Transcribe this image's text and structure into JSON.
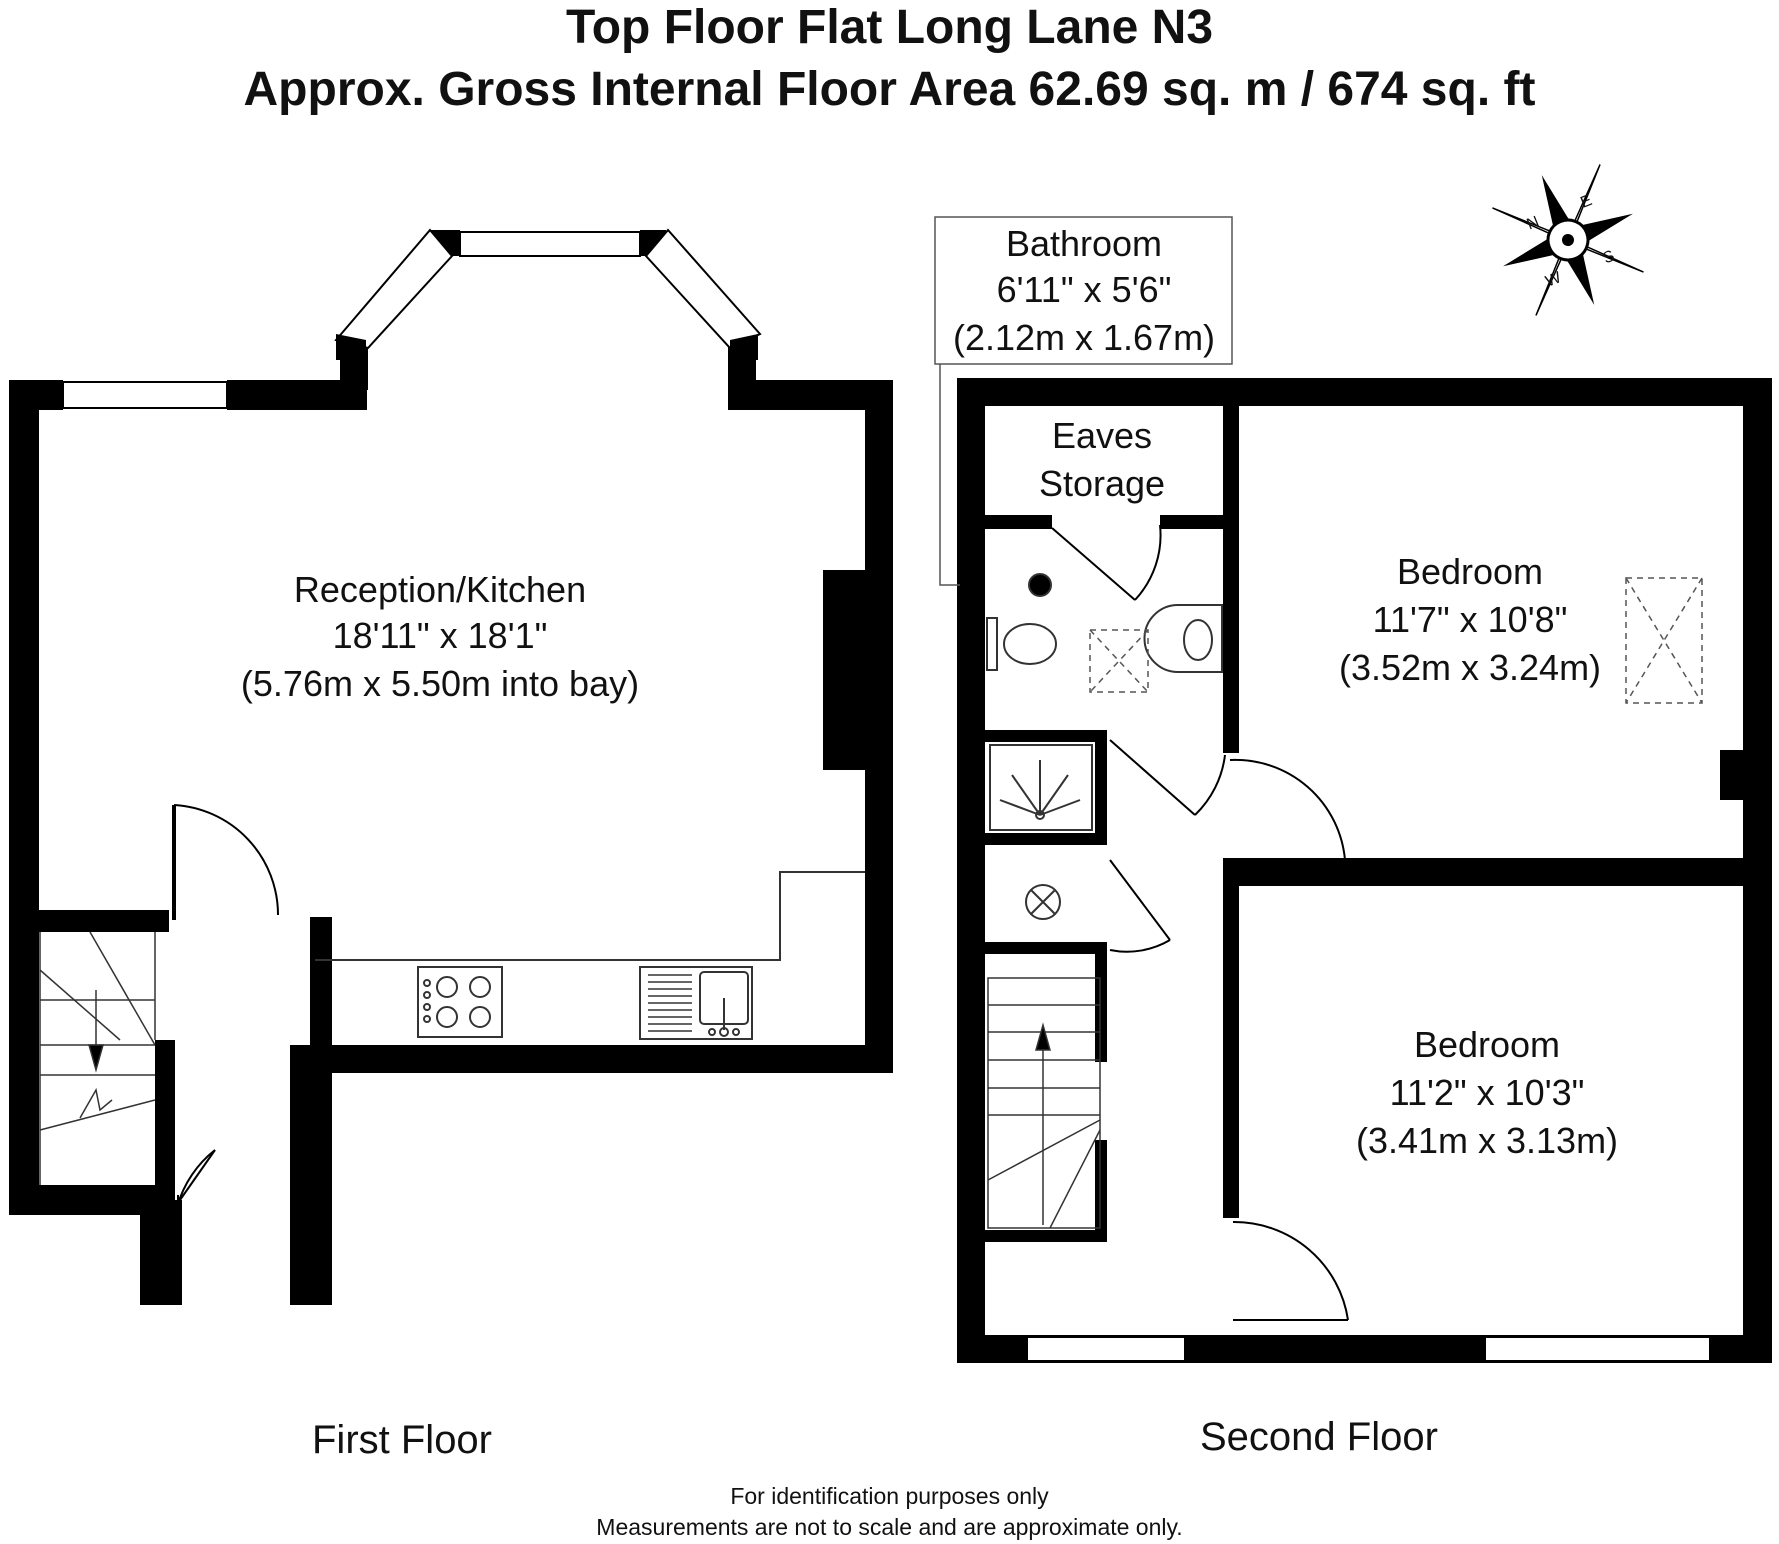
{
  "header": {
    "title": "Top Floor Flat Long Lane N3",
    "subtitle": "Approx. Gross Internal Floor Area 62.69 sq. m / 674 sq. ft"
  },
  "rooms": {
    "reception_kitchen": {
      "name": "Reception/Kitchen",
      "size_imperial": "18'11\" x 18'1\"",
      "size_metric": "(5.76m x 5.50m into bay)"
    },
    "bathroom": {
      "name": "Bathroom",
      "size_imperial": "6'11\" x 5'6\"",
      "size_metric": "(2.12m x 1.67m)"
    },
    "eaves": {
      "line1": "Eaves",
      "line2": "Storage"
    },
    "bedroom1": {
      "name": "Bedroom",
      "size_imperial": "11'7\" x 10'8\"",
      "size_metric": "(3.52m x 3.24m)"
    },
    "bedroom2": {
      "name": "Bedroom",
      "size_imperial": "11'2\" x 10'3\"",
      "size_metric": "(3.41m x 3.13m)"
    }
  },
  "floors": {
    "first": "First Floor",
    "second": "Second Floor"
  },
  "compass": {
    "n": "N",
    "e": "E",
    "s": "S",
    "w": "W"
  },
  "footer": {
    "line1": "For identification purposes only",
    "line2": "Measurements are not to scale and are approximate only."
  },
  "colors": {
    "wall": "#000000",
    "background": "#ffffff",
    "fixture_line": "#333333"
  }
}
